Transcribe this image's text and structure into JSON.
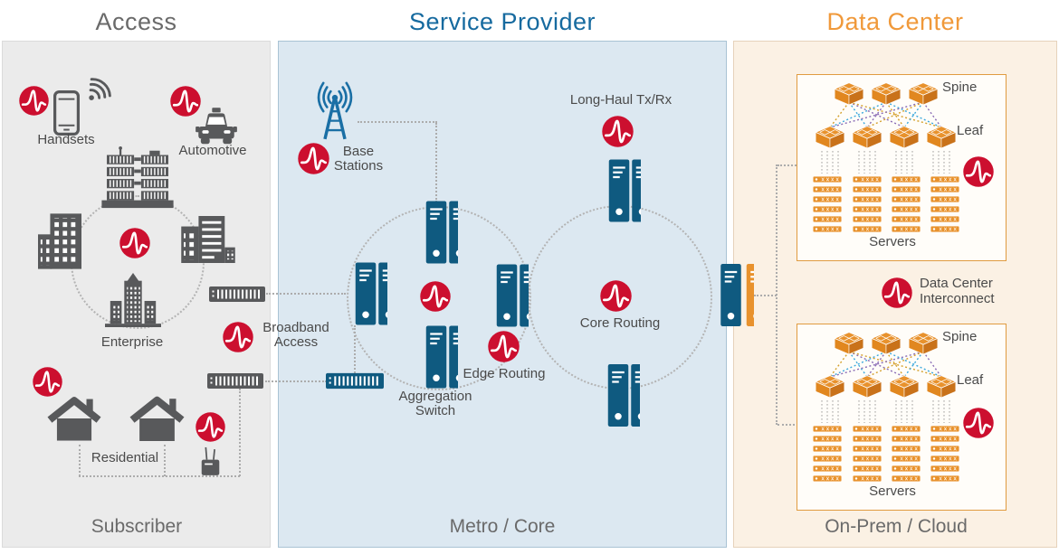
{
  "titles": {
    "access": "Access",
    "service_provider": "Service Provider",
    "data_center": "Data Center"
  },
  "access": {
    "handsets": "Handsets",
    "automotive": "Automotive",
    "enterprise": "Enterprise",
    "broadband_line1": "Broadband",
    "broadband_line2": "Access",
    "residential": "Residential",
    "footer": "Subscriber"
  },
  "service_provider": {
    "base_line1": "Base",
    "base_line2": "Stations",
    "aggregation_line1": "Aggregation",
    "aggregation_line2": "Switch",
    "edge_routing": "Edge Routing",
    "core_routing": "Core Routing",
    "long_haul": "Long-Haul Tx/Rx",
    "footer": "Metro / Core"
  },
  "data_center": {
    "spine": "Spine",
    "leaf": "Leaf",
    "servers": "Servers",
    "dci_line1": "Data Center",
    "dci_line2": "Interconnect",
    "footer": "On-Prem / Cloud"
  },
  "icons": {
    "broadcom-logo-icon": "red circle with white pulse waveform",
    "smartphone-icon": "gray outlined phone",
    "wifi-icon": "radio waves",
    "car-icon": "automobile front view",
    "telecom-equipment-icon": "stacked coil towers",
    "office-building-icon": "building with windows",
    "enterprise-building-icon": "tower with wings",
    "house-icon": "residential house",
    "modem-router-icon": "box with antennas",
    "access-switch-icon": "horizontal switch with ports",
    "cell-tower-icon": "radio tower with waves",
    "rack-pair-icon": "two vertical equipment racks",
    "spine-switch-icon": "isometric orange switch",
    "leaf-switch-icon": "isometric orange switch",
    "server-stack-icon": "stacked orange servers"
  },
  "colors": {
    "broadcom_red": "#CC0F2F",
    "rack_blue": "#0F5A80",
    "brand_blue": "#1A6FA5",
    "title_blue": "#166A9F",
    "orange": "#E8922D",
    "title_orange": "#F0993A",
    "icon_gray": "#58595B",
    "label_gray": "#4A4A4A",
    "heading_gray": "#6A6A6A",
    "access_bg": "#EBEBEB",
    "service_provider_bg": "#DCE8F1",
    "data_center_bg": "#FBF1E4",
    "dotted_line_gray": "#ACACAC",
    "mesh_gold": "#D4A02C",
    "mesh_cyan": "#3BA8DD",
    "mesh_purple": "#8A6BB5"
  }
}
